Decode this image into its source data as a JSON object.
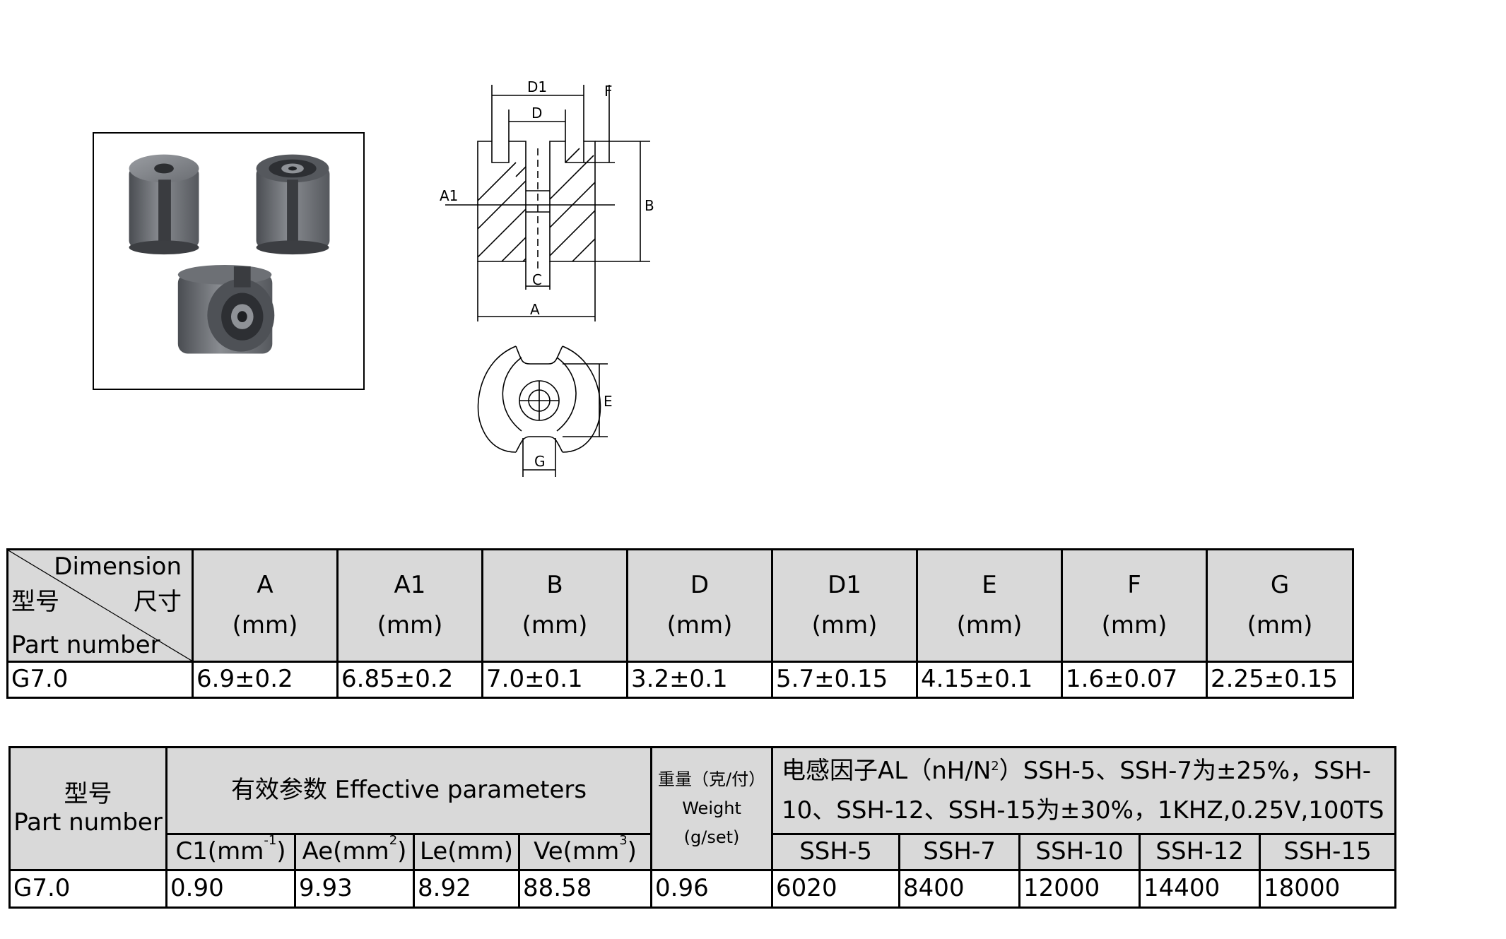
{
  "drawing": {
    "labels": {
      "d1": "D1",
      "d": "D",
      "f": "F",
      "a1": "A1",
      "b": "B",
      "c": "C",
      "a": "A",
      "e": "E",
      "g": "G"
    }
  },
  "dimension_table": {
    "corner": {
      "dimension": "Dimension",
      "model_cn": "型号",
      "size_cn": "尺寸",
      "part_number": "Part number"
    },
    "columns": [
      {
        "name": "A",
        "unit": "(mm)"
      },
      {
        "name": "A1",
        "unit": "(mm)"
      },
      {
        "name": "B",
        "unit": "(mm)"
      },
      {
        "name": "D",
        "unit": "(mm)"
      },
      {
        "name": "D1",
        "unit": "(mm)"
      },
      {
        "name": "E",
        "unit": "(mm)"
      },
      {
        "name": "F",
        "unit": "(mm)"
      },
      {
        "name": "G",
        "unit": "(mm)"
      }
    ],
    "row": {
      "part": "G7.0",
      "values": [
        "6.9±0.2",
        "6.85±0.2",
        "7.0±0.1",
        "3.2±0.1",
        "5.7±0.15",
        "4.15±0.1",
        "1.6±0.07",
        "2.25±0.15"
      ]
    }
  },
  "param_table": {
    "part_header_cn": "型号",
    "part_header_en": "Part number",
    "effective_header": "有效参数 Effective parameters",
    "effective_columns": [
      {
        "label": "C1(mm",
        "sup": "-1",
        "tail": ")"
      },
      {
        "label": "Ae(mm",
        "sup": "2",
        "tail": ")"
      },
      {
        "label": "Le(mm)",
        "sup": "",
        "tail": ""
      },
      {
        "label": "Ve(mm",
        "sup": "3",
        "tail": ")"
      }
    ],
    "weight_header_cn": "重量（克/付）",
    "weight_header_en": "Weight",
    "weight_header_unit": "(g/set)",
    "al_note_pre": "电感因子AL（nH/N",
    "al_note_sup": "2",
    "al_note_post": "）SSH-5、SSH-7为±25%，SSH-10、SSH-12、SSH-15为±30%，1KHZ,0.25V,100TS",
    "al_columns": [
      "SSH-5",
      "SSH-7",
      "SSH-10",
      "SSH-12",
      "SSH-15"
    ],
    "row": {
      "part": "G7.0",
      "effective": [
        "0.90",
        "9.93",
        "8.92",
        "88.58"
      ],
      "weight": "0.96",
      "al": [
        "6020",
        "8400",
        "12000",
        "14400",
        "18000"
      ]
    }
  }
}
